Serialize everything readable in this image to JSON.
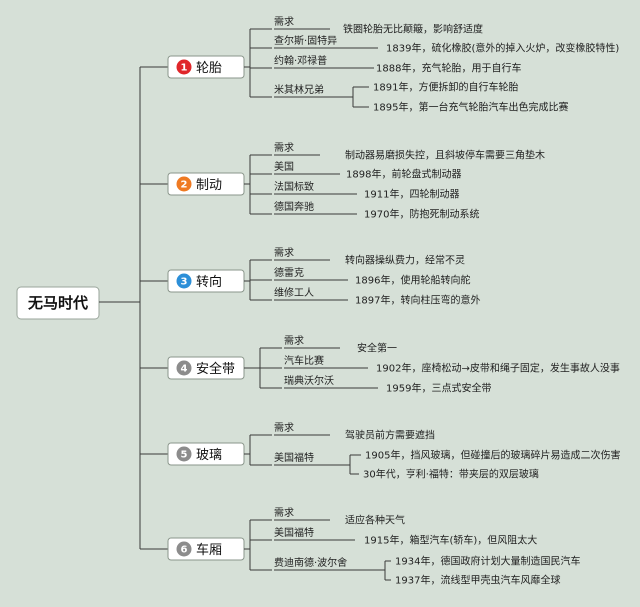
{
  "root": {
    "label": "无马时代"
  },
  "categories": [
    {
      "num": "1",
      "label": "轮胎",
      "badge_color": "#e0262a",
      "items": [
        {
          "key": "需求",
          "events": [
            "铁圈轮胎无比颠簸，影响舒适度"
          ]
        },
        {
          "key": "查尔斯·固特异",
          "events": [
            "1839年，硫化橡胶(意外的掉入火炉，改变橡胶特性)"
          ]
        },
        {
          "key": "约翰·邓禄普",
          "events": [
            "1888年，充气轮胎，用于自行车"
          ]
        },
        {
          "key": "米其林兄弟",
          "events": [
            "1891年，方便拆卸的自行车轮胎",
            "1895年，第一台充气轮胎汽车出色完成比赛"
          ]
        }
      ]
    },
    {
      "num": "2",
      "label": "制动",
      "badge_color": "#ef7a22",
      "items": [
        {
          "key": "需求",
          "events": [
            "制动器易磨损失控，且斜坡停车需要三角垫木"
          ]
        },
        {
          "key": "美国",
          "events": [
            "1898年，前轮盘式制动器"
          ]
        },
        {
          "key": "法国标致",
          "events": [
            "1911年，四轮制动器"
          ]
        },
        {
          "key": "德国奔驰",
          "events": [
            "1970年，防抱死制动系统"
          ]
        }
      ]
    },
    {
      "num": "3",
      "label": "转向",
      "badge_color": "#2c8fd8",
      "items": [
        {
          "key": "需求",
          "events": [
            "转向器操纵费力，经常不灵"
          ]
        },
        {
          "key": "德雷克",
          "events": [
            "1896年，使用轮船转向舵"
          ]
        },
        {
          "key": "维修工人",
          "events": [
            "1897年，转向柱压弯的意外"
          ]
        }
      ]
    },
    {
      "num": "4",
      "label": "安全带",
      "badge_color": "#8c8c8c",
      "items": [
        {
          "key": "需求",
          "events": [
            "安全第一"
          ]
        },
        {
          "key": "汽车比赛",
          "events": [
            "1902年，座椅松动→皮带和绳子固定，发生事故人没事"
          ]
        },
        {
          "key": "瑞典沃尔沃",
          "events": [
            "1959年，三点式安全带"
          ]
        }
      ]
    },
    {
      "num": "5",
      "label": "玻璃",
      "badge_color": "#8c8c8c",
      "items": [
        {
          "key": "需求",
          "events": [
            "驾驶员前方需要遮挡"
          ]
        },
        {
          "key": "美国福特",
          "events": [
            "1905年，挡风玻璃，但碰撞后的玻璃碎片易造成二次伤害",
            "30年代，亨利·福特：带夹层的双层玻璃"
          ]
        }
      ]
    },
    {
      "num": "6",
      "label": "车厢",
      "badge_color": "#8c8c8c",
      "items": [
        {
          "key": "需求",
          "events": [
            "适应各种天气"
          ]
        },
        {
          "key": "美国福特",
          "events": [
            "1915年，箱型汽车(轿车)，但风阻太大"
          ]
        },
        {
          "key": "费迪南德·波尔舍",
          "events": [
            "1934年，德国政府计划大量制造国民汽车",
            "1937年，流线型甲壳虫汽车风靡全球"
          ]
        }
      ]
    }
  ]
}
